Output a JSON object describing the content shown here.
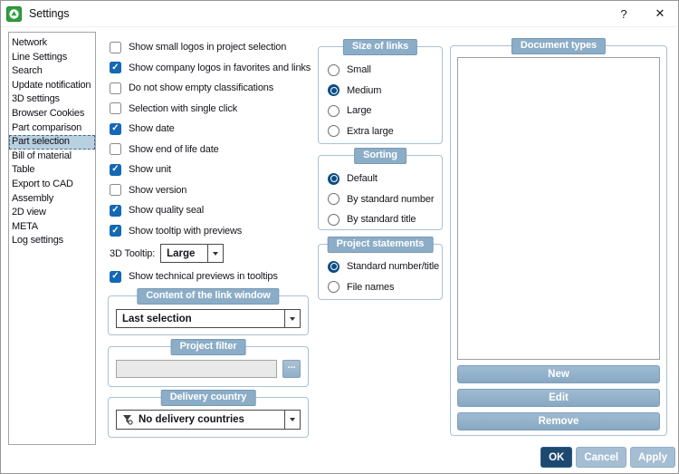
{
  "window": {
    "title": "Settings",
    "help_label": "?",
    "close_label": "✕"
  },
  "sidebar": {
    "items": [
      {
        "label": "Network",
        "selected": false
      },
      {
        "label": "Line Settings",
        "selected": false
      },
      {
        "label": "Search",
        "selected": false
      },
      {
        "label": "Update notification",
        "selected": false
      },
      {
        "label": "3D settings",
        "selected": false
      },
      {
        "label": "Browser Cookies",
        "selected": false
      },
      {
        "label": "Part comparison",
        "selected": false
      },
      {
        "label": "Part selection",
        "selected": true
      },
      {
        "label": "Bill of material",
        "selected": false
      },
      {
        "label": "Table",
        "selected": false
      },
      {
        "label": "Export to CAD",
        "selected": false
      },
      {
        "label": "Assembly",
        "selected": false
      },
      {
        "label": "2D view",
        "selected": false
      },
      {
        "label": "META",
        "selected": false
      },
      {
        "label": "Log settings",
        "selected": false
      }
    ]
  },
  "main": {
    "checkboxes": [
      {
        "label": "Show small logos in project selection",
        "checked": false
      },
      {
        "label": "Show company logos in favorites and links",
        "checked": true
      },
      {
        "label": "Do not show empty classifications",
        "checked": false
      },
      {
        "label": "Selection with single click",
        "checked": false
      },
      {
        "label": "Show date",
        "checked": true
      },
      {
        "label": "Show end of life date",
        "checked": false
      },
      {
        "label": "Show unit",
        "checked": true
      },
      {
        "label": "Show version",
        "checked": false
      },
      {
        "label": "Show quality seal",
        "checked": true
      },
      {
        "label": "Show tooltip with previews",
        "checked": true
      },
      {
        "label": "Show technical previews in tooltips",
        "checked": true
      }
    ],
    "tooltip_3d": {
      "label": "3D Tooltip:",
      "value": "Large"
    }
  },
  "groups": {
    "link_window": {
      "title": "Content of the link window",
      "dropdown_value": "Last selection"
    },
    "project_filter": {
      "title": "Project filter",
      "input_value": "",
      "browse_label": "..."
    },
    "delivery_country": {
      "title": "Delivery country",
      "dropdown_value": "No delivery countries"
    },
    "size_of_links": {
      "title": "Size of links",
      "options": [
        {
          "label": "Small",
          "selected": false
        },
        {
          "label": "Medium",
          "selected": true
        },
        {
          "label": "Large",
          "selected": false
        },
        {
          "label": "Extra large",
          "selected": false
        }
      ]
    },
    "sorting": {
      "title": "Sorting",
      "options": [
        {
          "label": "Default",
          "selected": true
        },
        {
          "label": "By standard number",
          "selected": false
        },
        {
          "label": "By standard title",
          "selected": false
        }
      ]
    },
    "project_statements": {
      "title": "Project statements",
      "options": [
        {
          "label": "Standard number/title",
          "selected": true
        },
        {
          "label": "File names",
          "selected": false
        }
      ]
    },
    "document_types": {
      "title": "Document types",
      "list_items": [],
      "buttons": {
        "new": "New",
        "edit": "Edit",
        "remove": "Remove"
      }
    }
  },
  "footer": {
    "ok_label": "OK",
    "cancel_label": "Cancel",
    "apply_label": "Apply"
  },
  "icons": {
    "checkbox_check": "✓",
    "dropdown_arrow": "▾",
    "no_delivery_filter": "funnel-with-circle",
    "app_logo": "green-square-white-circle"
  },
  "colors": {
    "checkbox_checked": "#1568b4",
    "radio_selected": "#0d4d85",
    "group_badge": "#8badc7",
    "group_border": "#a9c1d6",
    "button_primary": "#1d4971",
    "button_secondary": "#a6bed3",
    "action_button": "#92b1ca",
    "sidebar_selected_bg": "#b9d0e1",
    "app_icon_green": "#2f9e3f"
  }
}
